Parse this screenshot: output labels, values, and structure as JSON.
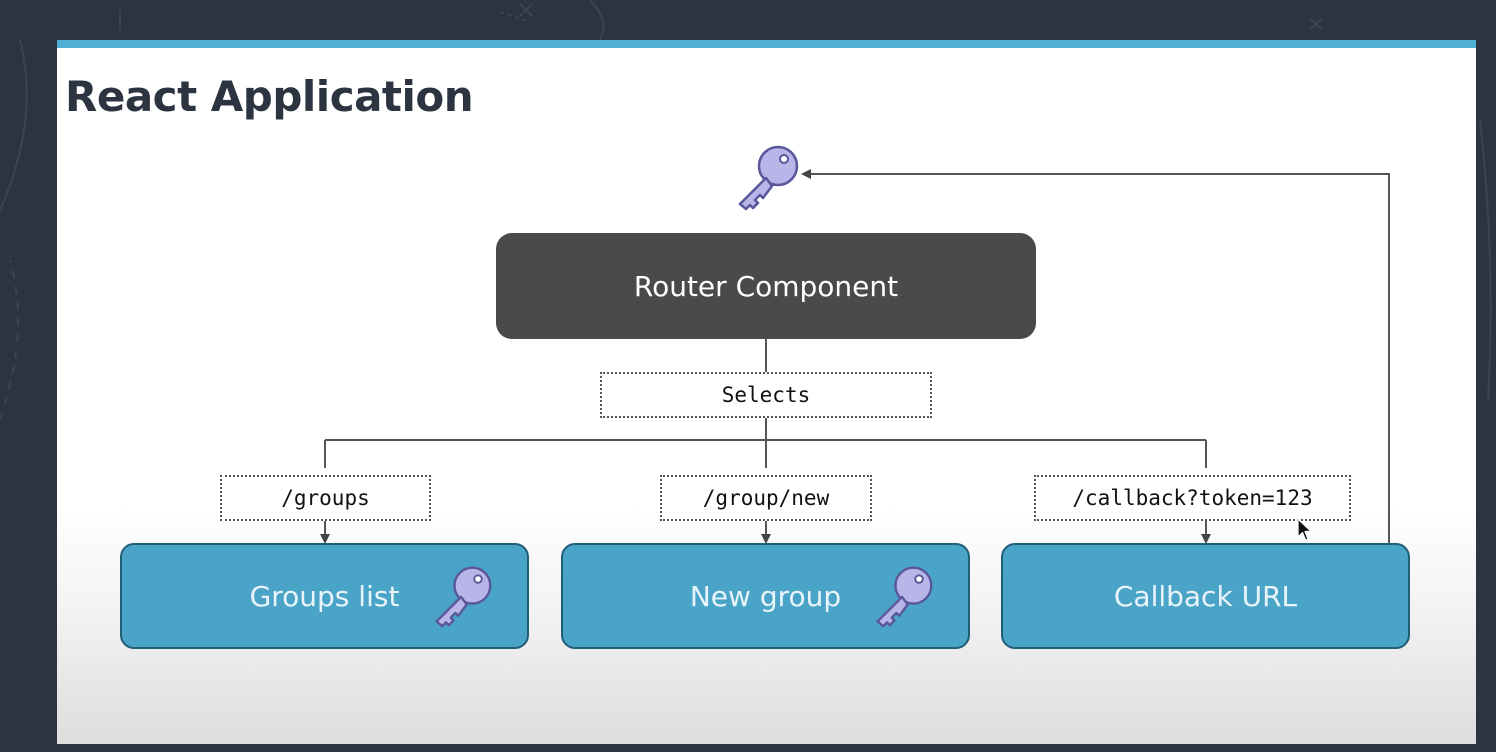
{
  "slide": {
    "title": "React Application"
  },
  "diagram": {
    "router_label": "Router Component",
    "selects_label": "Selects",
    "routes": [
      {
        "path": "/groups",
        "page_label": "Groups list",
        "has_key": true
      },
      {
        "path": "/group/new",
        "page_label": "New group",
        "has_key": true
      },
      {
        "path": "/callback?token=123",
        "page_label": "Callback URL",
        "has_key": false
      }
    ]
  },
  "icons": {
    "top": "key-icon",
    "pages": "key-icon",
    "pointer": "cursor-icon"
  },
  "colors": {
    "slide_accent": "#4fb0d3",
    "router_fill": "#4a4a4a",
    "page_fill": "#4aa4c8",
    "page_border": "#1f5f78",
    "key_fill": "#b8b5e8",
    "key_outline": "#5a569a"
  }
}
